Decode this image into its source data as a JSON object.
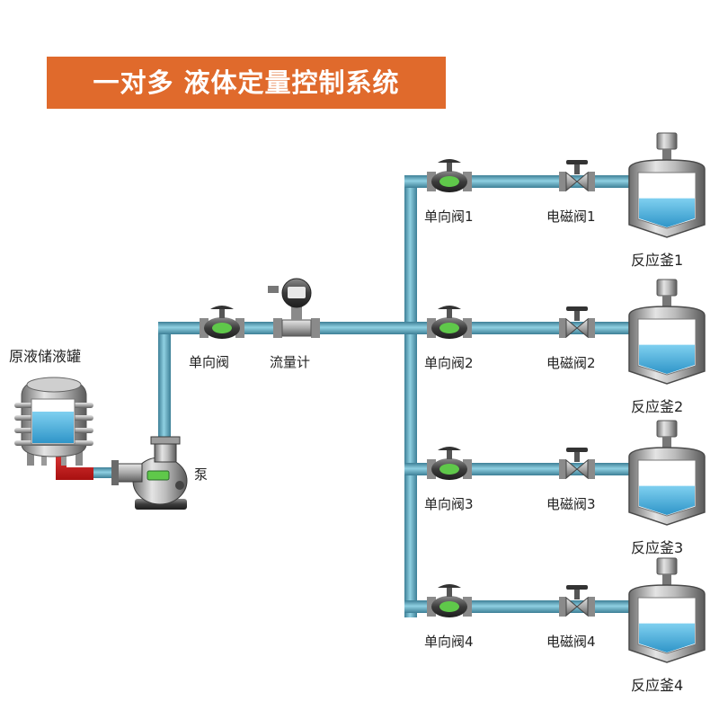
{
  "title": "一对多 液体定量控制系统",
  "source": {
    "label": "原液储液罐"
  },
  "pump": {
    "label": "泵"
  },
  "main_line": {
    "check_valve_label": "单向阀",
    "flowmeter_label": "流量计"
  },
  "branches": [
    {
      "check_valve_label": "单向阀1",
      "solenoid_label": "电磁阀1",
      "reactor_label": "反应釜1",
      "fill": 0.45
    },
    {
      "check_valve_label": "单向阀2",
      "solenoid_label": "电磁阀2",
      "reactor_label": "反应釜2",
      "fill": 0.45
    },
    {
      "check_valve_label": "单向阀3",
      "solenoid_label": "电磁阀3",
      "reactor_label": "反应釜3",
      "fill": 0.45
    },
    {
      "check_valve_label": "单向阀4",
      "solenoid_label": "电磁阀4",
      "reactor_label": "反应釜4",
      "fill": 0.45
    }
  ],
  "colors": {
    "banner": "#e06a2c",
    "pipe": "#5aa0b8",
    "liquid": "#3ea6d6",
    "red_pipe": "#d42020",
    "valve_green": "#5fc84a"
  }
}
